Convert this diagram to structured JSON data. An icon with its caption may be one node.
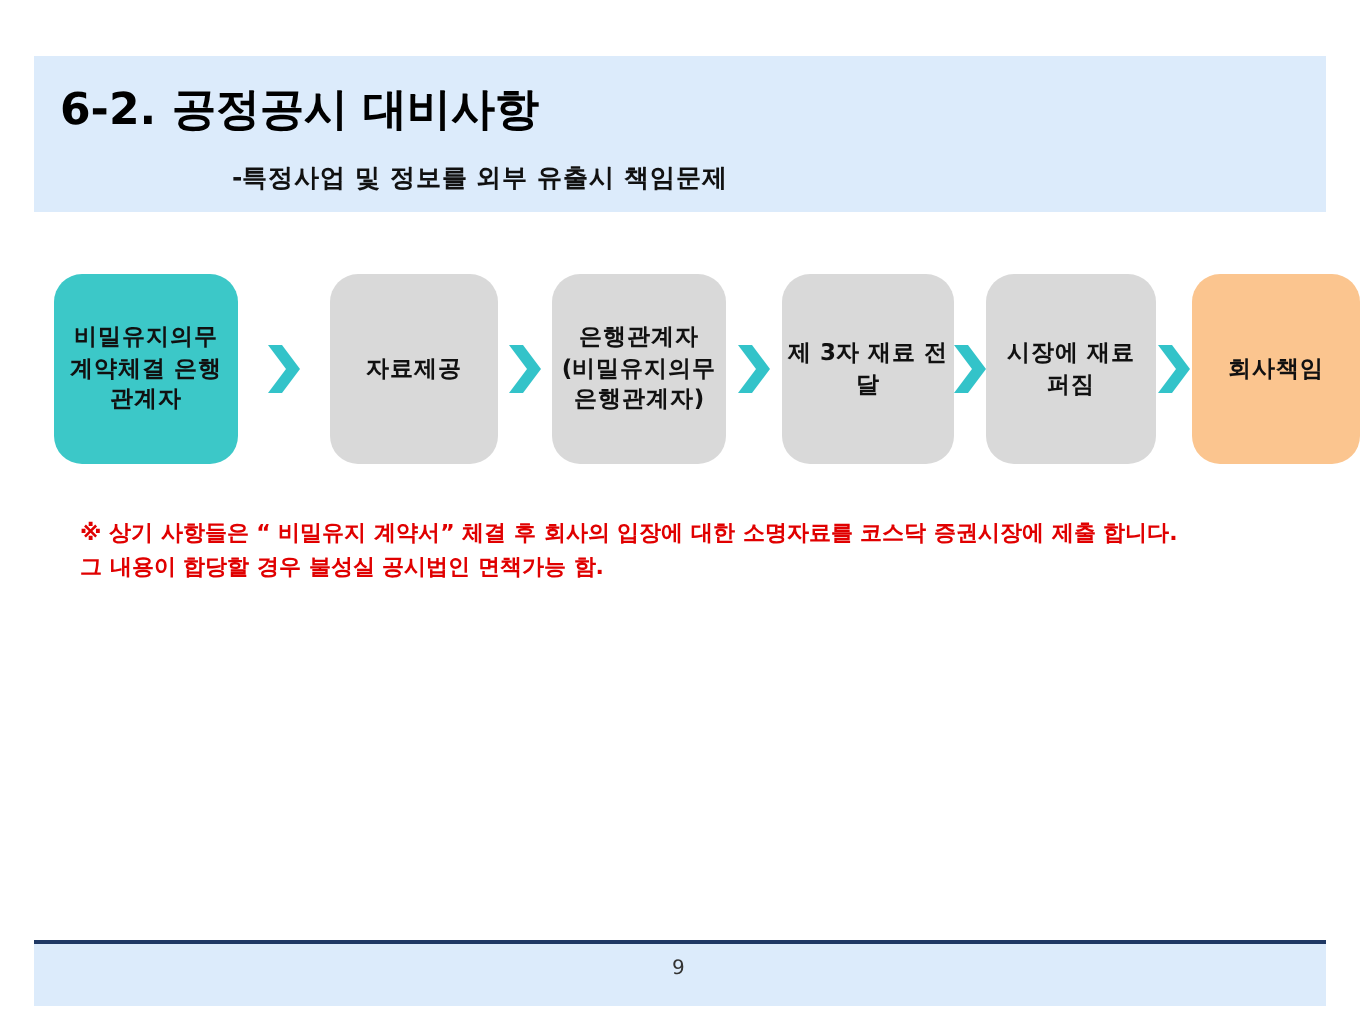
{
  "diagram": {
    "title": "6-2. 공정공시 대비사항",
    "nodes": [
      {
        "text": [
          "비밀유지의무 계약체결 은행 관계자"
        ]
      },
      {
        "text": [
          "자료제공"
        ]
      },
      {
        "text": [
          "은행관계자 (비밀유지의무 은행관계자)"
        ]
      },
      {
        "text": [
          "제 3자 재료 전달"
        ]
      },
      {
        "text": [
          "시장에 재료 퍼짐"
        ]
      },
      {
        "text": [
          "회사책임"
        ]
      }
    ],
    "edges": [
      {
        "from": 0,
        "to": 1,
        "arrow": "to"
      },
      {
        "from": 1,
        "to": 2,
        "arrow": "to"
      },
      {
        "from": 2,
        "to": 3,
        "arrow": "to"
      },
      {
        "from": 3,
        "to": 4,
        "arrow": "to"
      },
      {
        "from": 4,
        "to": 5,
        "arrow": "to"
      }
    ],
    "labels": [
      "-특정사업 및 정보를 외부 유출시 책임문제",
      "※ 상기 사항들은 “ 비밀유지 계약서” 체결 후 회사의 입장에 대한 소명자료를 코스닥 증권시장에 제출 합니다. 그 내용이 합당할 경우 불성실 공시법인 면책가능 함.",
      "9"
    ]
  }
}
